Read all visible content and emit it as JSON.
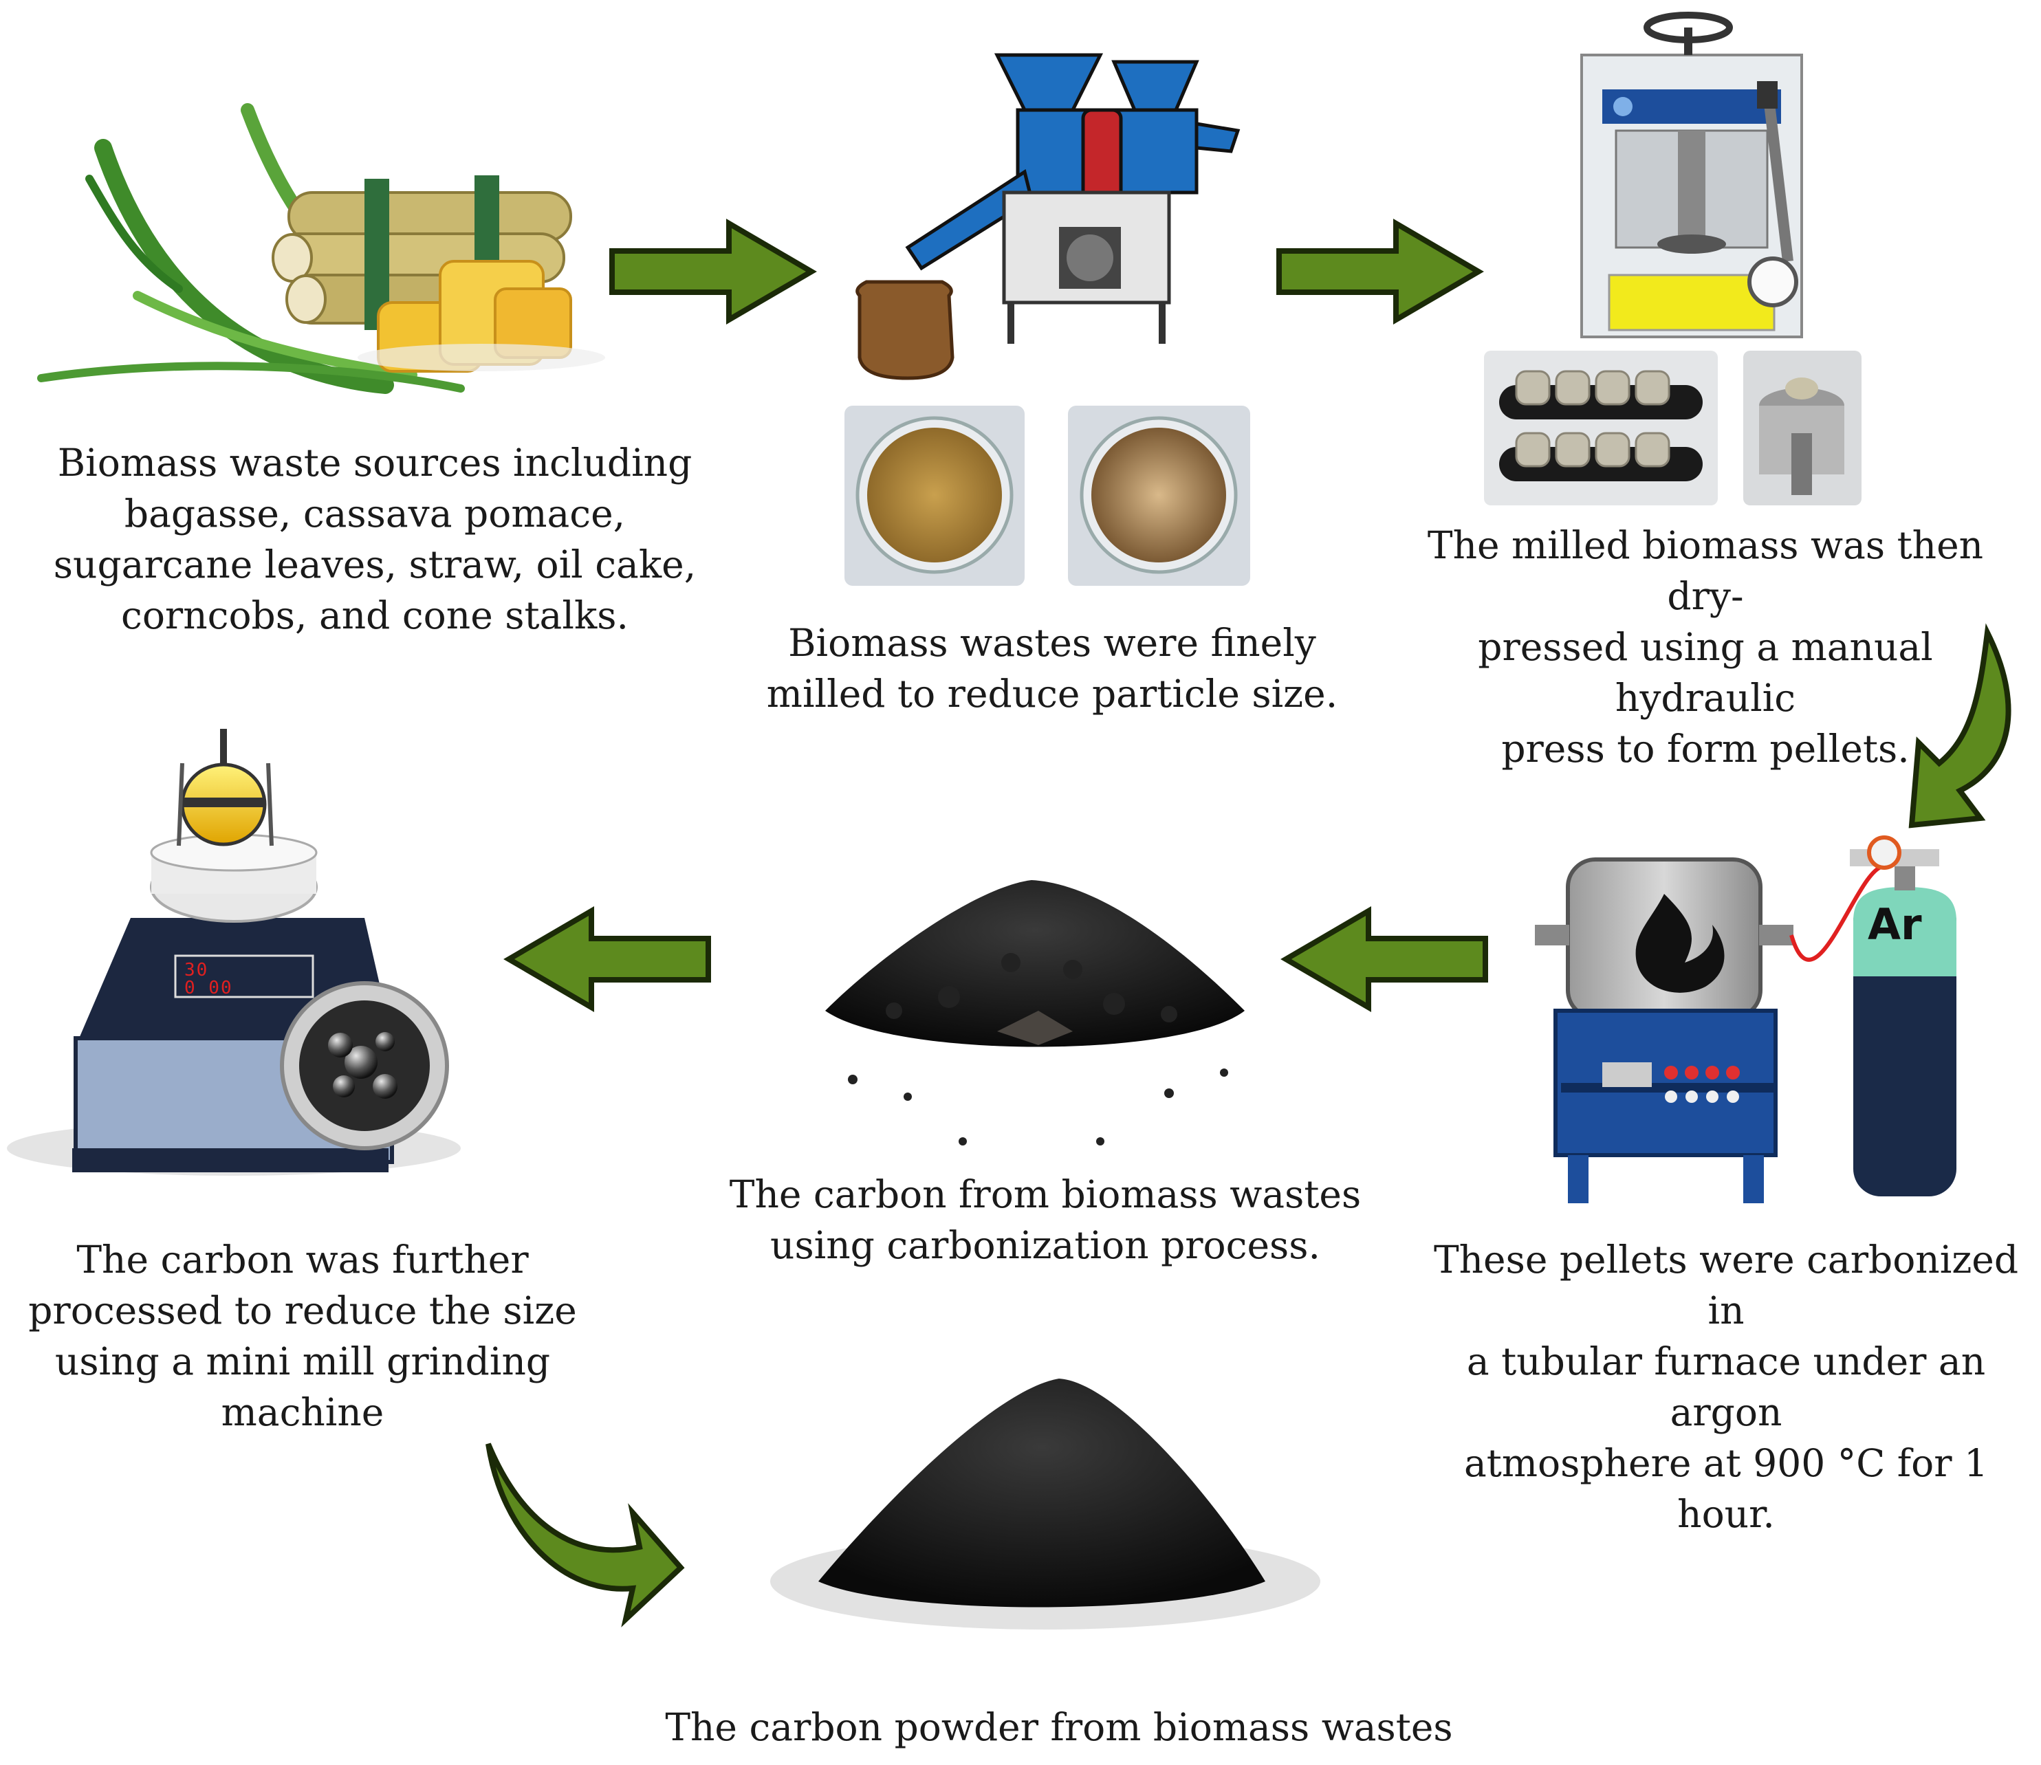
{
  "captions": {
    "sources": "Biomass waste sources including\nbagasse, cassava pomace,\nsugarcane leaves, straw, oil cake,\ncorncobs, and cone stalks.",
    "milling": "Biomass wastes were finely\nmilled to reduce particle size.",
    "pressing": "The milled biomass was then dry-\npressed using a manual hydraulic\npress to form pellets.",
    "furnace": "These pellets were carbonized in\na tubular furnace under an argon\natmosphere at 900 °C for 1 hour.",
    "carbon": "The carbon from biomass wastes\nusing carbonization process.",
    "grinding": "The carbon was further\nprocessed to reduce the size\nusing a mini mill grinding\nmachine",
    "powder": "The carbon powder from biomass wastes"
  },
  "labels": {
    "argon": "Ar",
    "mill_display_top": "30",
    "mill_display_bottom": "0 00"
  },
  "colors": {
    "arrow": "#5d8a1e",
    "arrow_outline": "#1b2a08",
    "machine_blue": "#1e6fc0",
    "belt_red": "#c4262a",
    "cylinder": "#1a2a48",
    "cylinder_top": "#7fd6bb",
    "press_yellow": "#f2ea1c",
    "furnace_blue": "#1d4e9c",
    "mill_base": "#9aadcb",
    "mill_top": "#1c2740"
  },
  "icons": {
    "flow_arrow": "flow-arrow-icon",
    "curved_arrow": "curved-arrow-icon",
    "flame": "flame-icon"
  }
}
